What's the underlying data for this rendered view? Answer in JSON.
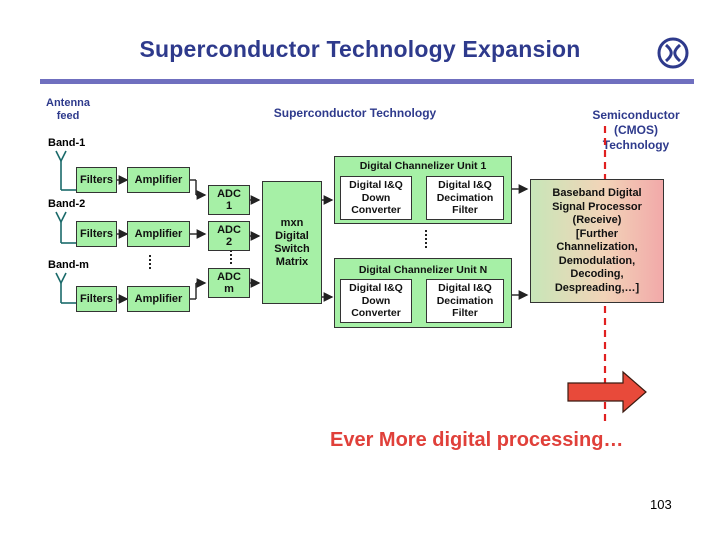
{
  "slide": {
    "title": "Superconductor Technology Expansion",
    "page_number": "103",
    "tagline": "Ever More digital processing…"
  },
  "labels": {
    "antenna_feed": "Antenna\nfeed",
    "superconductor": "Superconductor Technology",
    "semiconductor": "Semiconductor\n(CMOS)\nTechnology"
  },
  "bands": [
    {
      "label": "Band-1",
      "filters": "Filters",
      "amplifier": "Amplifier",
      "adc": "ADC\n1"
    },
    {
      "label": "Band-2",
      "filters": "Filters",
      "amplifier": "Amplifier",
      "adc": "ADC\n2"
    },
    {
      "label": "Band-m",
      "filters": "Filters",
      "amplifier": "Amplifier",
      "adc": "ADC\nm"
    }
  ],
  "switch_matrix": "mxn\nDigital\nSwitch\nMatrix",
  "channelizers": [
    {
      "title": "Digital Channelizer Unit 1",
      "down": "Digital I&Q\nDown\nConverter",
      "filter": "Digital I&Q\nDecimation\nFilter"
    },
    {
      "title": "Digital Channelizer Unit N",
      "down": "Digital I&Q\nDown\nConverter",
      "filter": "Digital I&Q\nDecimation\nFilter"
    }
  ],
  "dsp": "Baseband Digital\nSignal Processor\n(Receive)\n[Further\nChannelization,\nDemodulation,\nDecoding,\nDespreading,…]",
  "colors": {
    "title": "#2e3a8c",
    "green_box": "#a6f0a6",
    "boundary": "#e02020",
    "arrow": "#e84a3a",
    "tagline": "#e0403a"
  }
}
